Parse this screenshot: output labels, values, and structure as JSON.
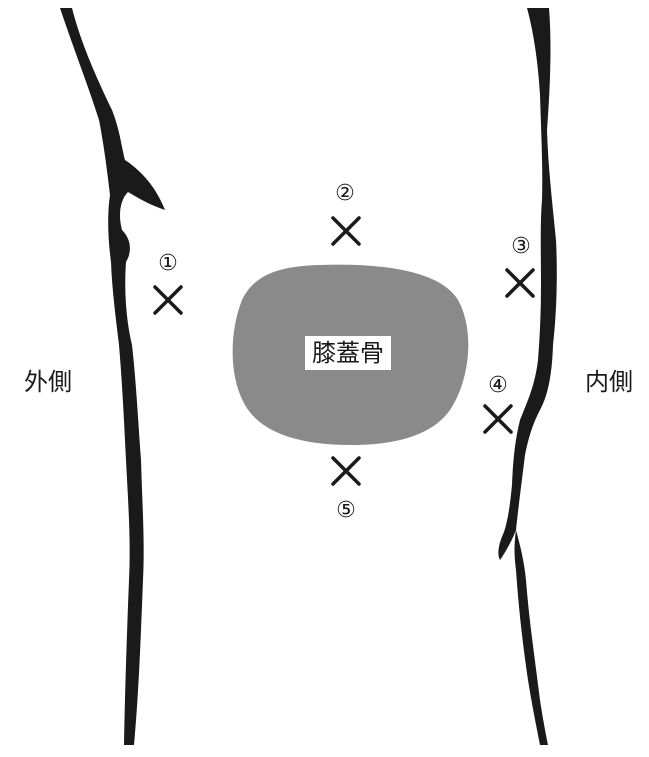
{
  "patella_label": "膝蓋骨",
  "side_labels": {
    "lateral": "外側",
    "medial": "内側"
  },
  "markers": [
    {
      "number": "①"
    },
    {
      "number": "②"
    },
    {
      "number": "③"
    },
    {
      "number": "④"
    },
    {
      "number": "⑤"
    }
  ],
  "colors": {
    "ink": "#1a1a1a",
    "patella": "#8a8a8a",
    "background": "#ffffff"
  }
}
